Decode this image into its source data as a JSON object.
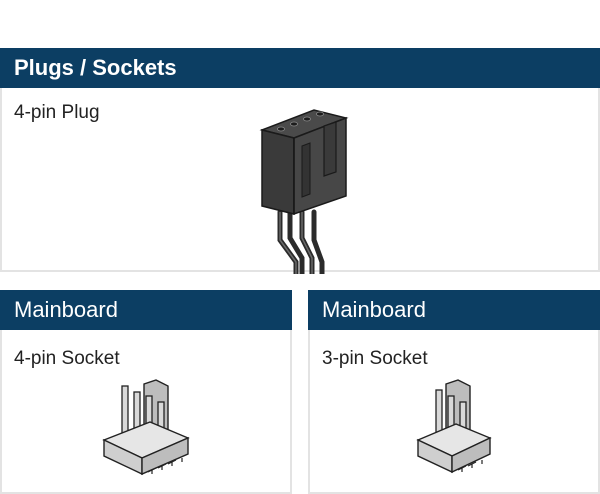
{
  "plugs": {
    "header": "Plugs / Sockets",
    "item_label": "4-pin Plug",
    "icon": "fan-connector-plug-icon"
  },
  "mainboard_4pin": {
    "header": "Mainboard",
    "item_label": "4-pin Socket",
    "icon": "4-pin-header-icon"
  },
  "mainboard_3pin": {
    "header": "Mainboard",
    "item_label": "3-pin Socket",
    "icon": "3-pin-header-icon"
  },
  "colors": {
    "header_bg": "#0c3e63",
    "header_text": "#ffffff",
    "plug_body": "#3c3c3c",
    "socket_base": "#d6d6d6"
  }
}
